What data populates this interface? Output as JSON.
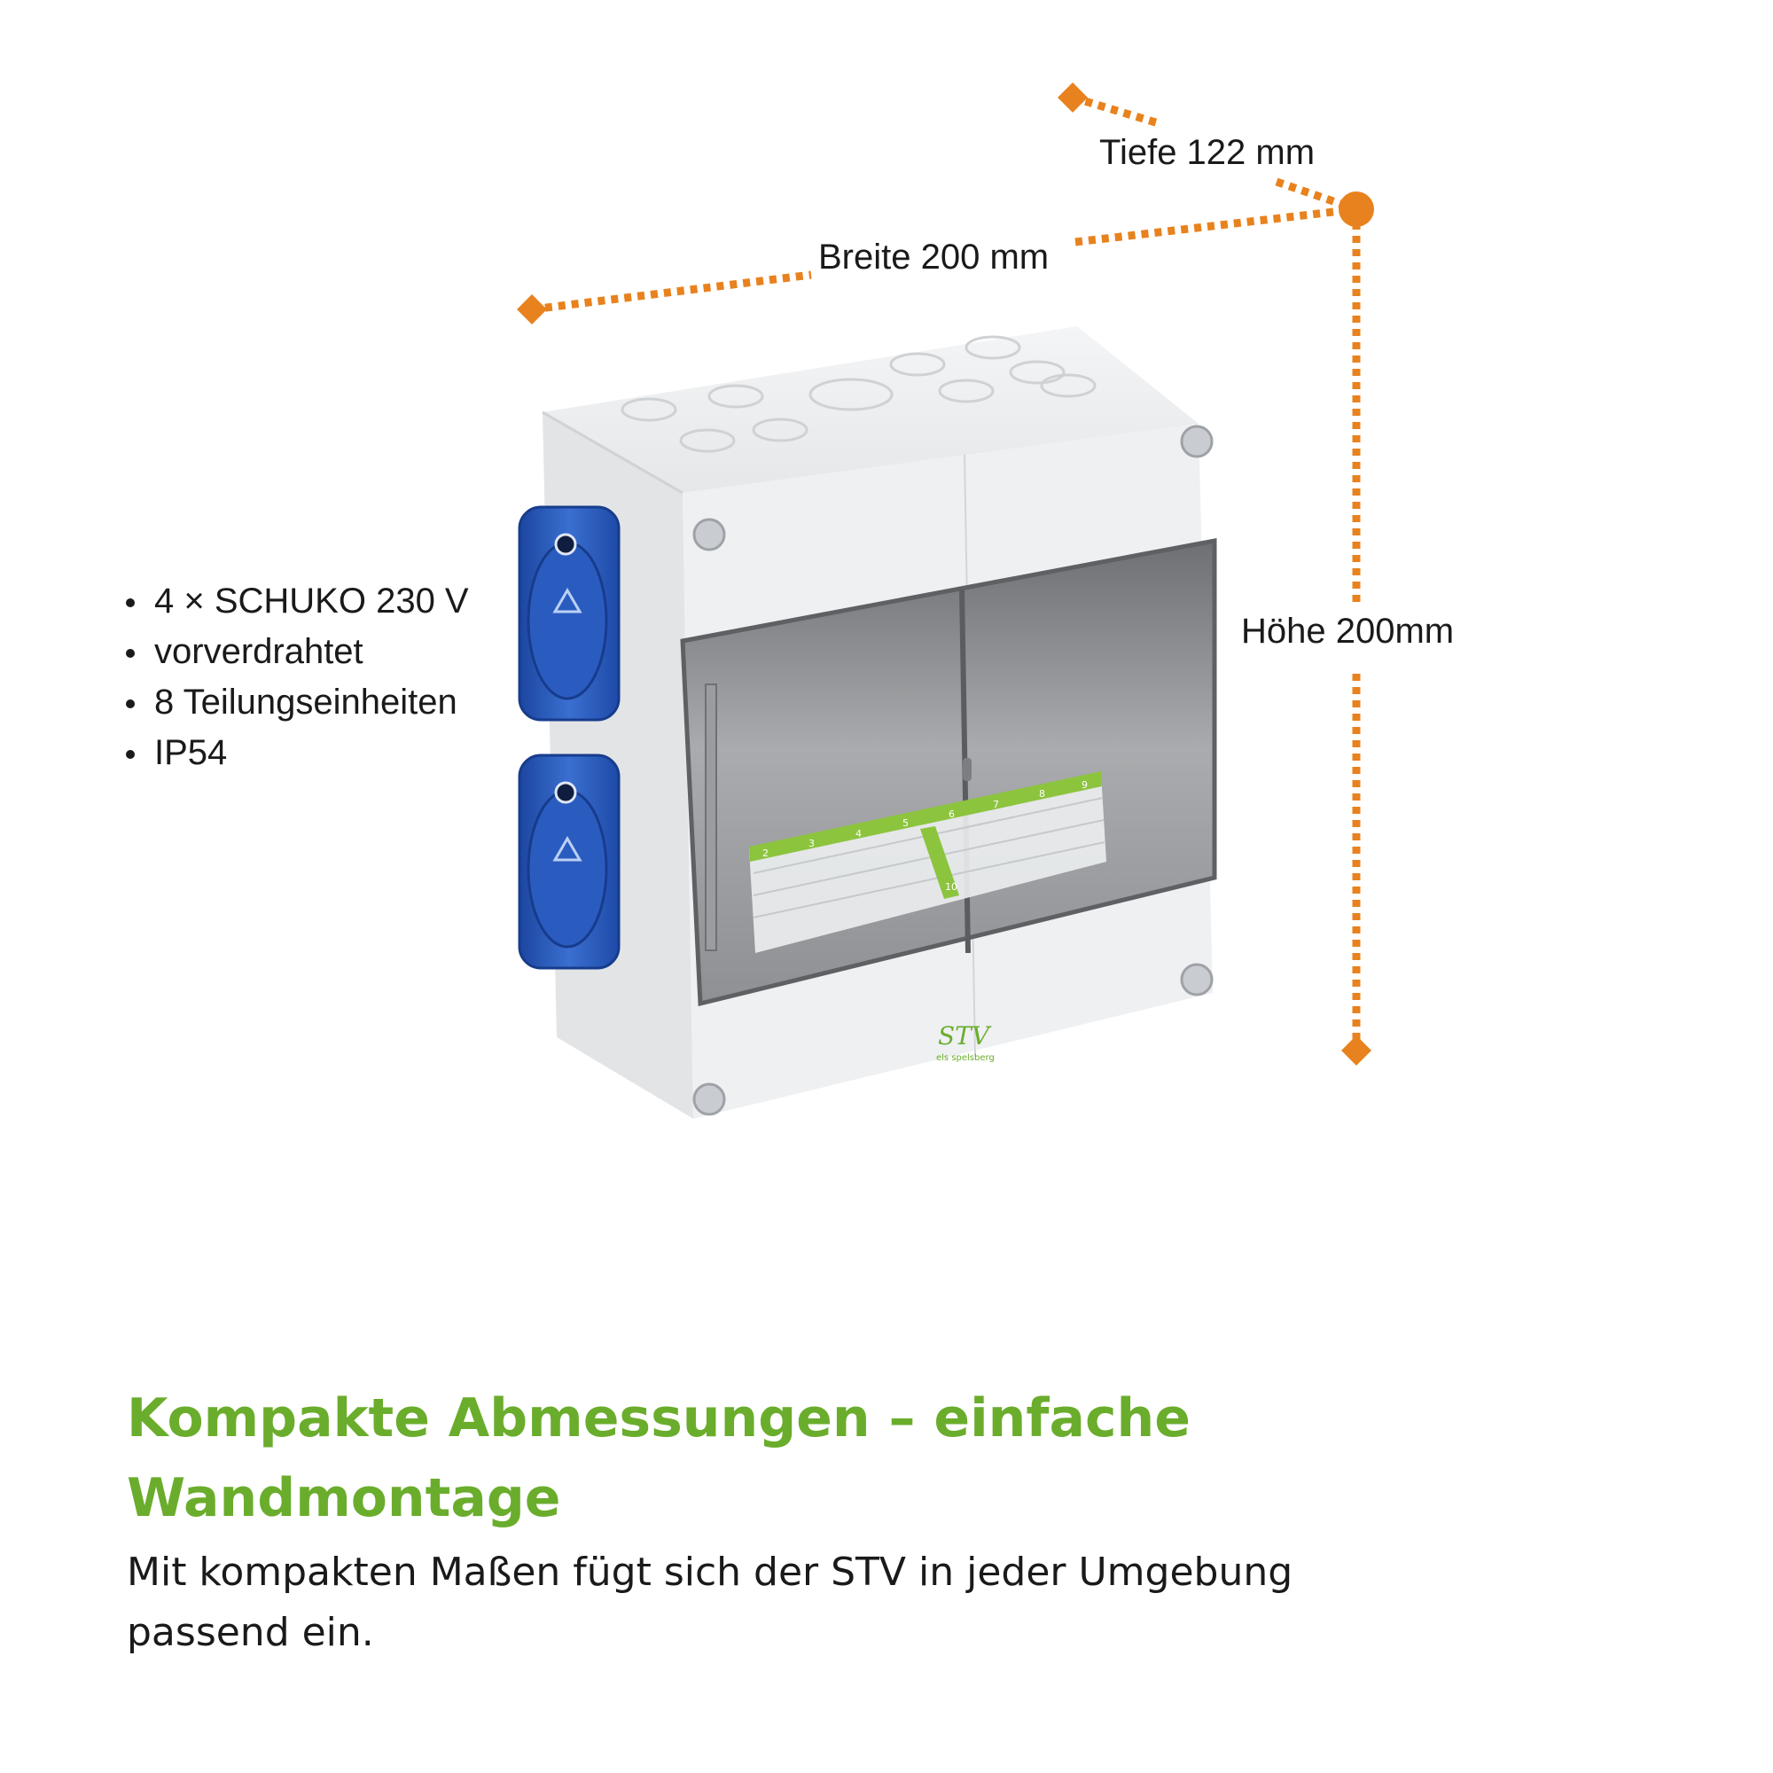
{
  "dimensions": {
    "depth_label": "Tiefe 122 mm",
    "width_label": "Breite 200 mm",
    "height_label": "Höhe 200mm"
  },
  "features": [
    "4 × SCHUKO 230 V",
    "vorverdrahtet",
    "8 Teilungseinheiten",
    "IP54"
  ],
  "product_logo": {
    "text": "STV",
    "subtext": "els spelsberg"
  },
  "rail_numbers": [
    "2",
    "3",
    "4",
    "5",
    "6",
    "7",
    "8",
    "9",
    "10"
  ],
  "headline": "Kompakte Abmessungen – einfache Wandmontage",
  "body": "Mit kompakten Maßen fügt sich der STV in jeder Umgebung passend ein.",
  "colors": {
    "accent_green": "#6aad2c",
    "dimension_orange": "#e8821e",
    "socket_blue": "#2356b8",
    "housing_grey": "#eef0f2"
  },
  "icons": [
    "dimension-marker-diamond-icon",
    "dimension-corner-dot-icon",
    "schuko-socket-icon"
  ]
}
